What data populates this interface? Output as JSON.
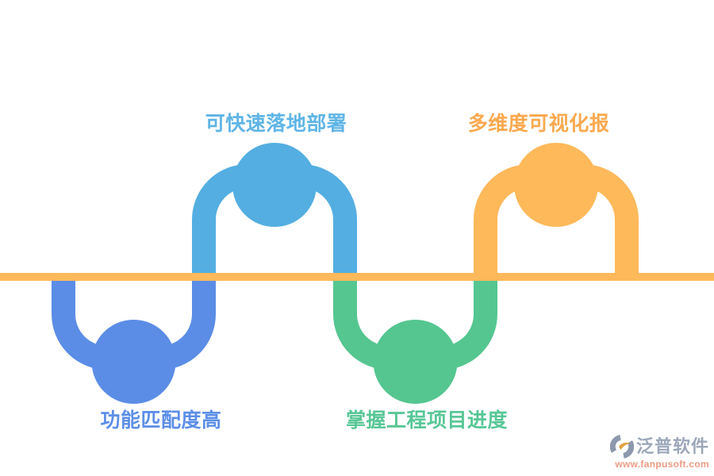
{
  "diagram": {
    "background": "#ffffff",
    "timeline_color": "#FDB95A",
    "loops": [
      {
        "name": "loop-feature-match",
        "direction": "down",
        "color": "#5B8DE6",
        "label": "功能匹配度高",
        "label_color": "#5C8EE8"
      },
      {
        "name": "loop-fast-deploy",
        "direction": "up",
        "color": "#54AEE1",
        "label": "可快速落地部署",
        "label_color": "#5FB5E5"
      },
      {
        "name": "loop-project-progress",
        "direction": "down",
        "color": "#55C690",
        "label": "掌握工程项目进度",
        "label_color": "#58C795"
      },
      {
        "name": "loop-visual-report",
        "direction": "up",
        "color": "#FDB95A",
        "label": "多维度可视化报",
        "label_color": "#FBA94E"
      }
    ]
  },
  "logo": {
    "brand": "泛普软件",
    "url": "www.fanpusoft.com",
    "brand_color": "#9CA7BA",
    "url_color": "#EE9B85",
    "icon": "fanpu-swoosh-icon",
    "icon_gray": "#8C98AC",
    "icon_orange": "#E2A23C"
  }
}
